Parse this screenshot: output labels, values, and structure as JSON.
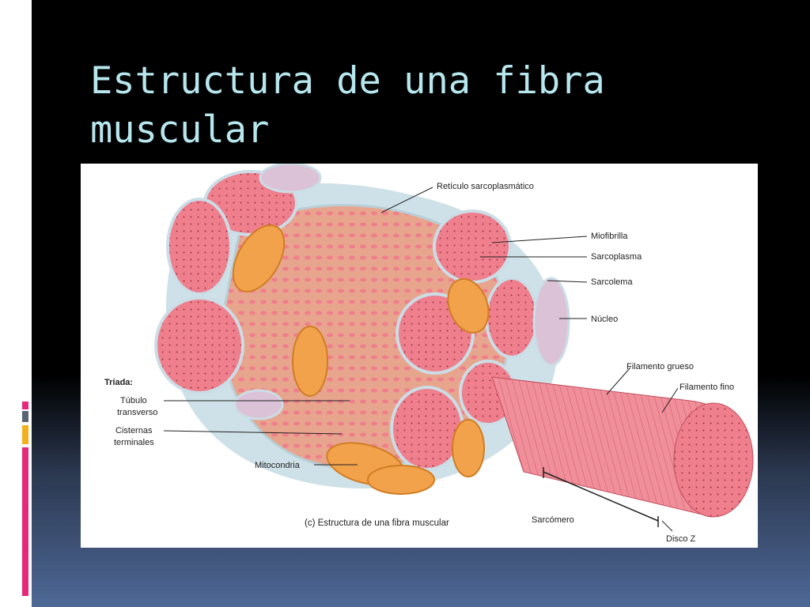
{
  "slide": {
    "title": "Estructura de una fibra muscular"
  },
  "diagram": {
    "labels": {
      "reticulo": "Retículo sarcoplasmático",
      "miofibrilla": "Miofibrilla",
      "sarcoplasma": "Sarcoplasma",
      "sarcolema": "Sarcolema",
      "nucleo": "Núcleo",
      "filamento_grueso": "Filamento grueso",
      "filamento_fino": "Filamento fino",
      "triada": "Tríada:",
      "tubulo_1": "Túbulo",
      "tubulo_2": "transverso",
      "cisternas_1": "Cisternas",
      "cisternas_2": "terminales",
      "mitocondria": "Mitocondria",
      "sarcomero": "Sarcómero",
      "disco_z": "Disco Z",
      "caption": "(c) Estructura de una fibra muscular"
    },
    "colors": {
      "myofibril": "#ef7f8d",
      "mitochondria": "#f2a24a",
      "reticulum": "#e8b9a0",
      "sarcolemma": "#cbdde6",
      "nucleus": "#dcc2d6"
    }
  }
}
